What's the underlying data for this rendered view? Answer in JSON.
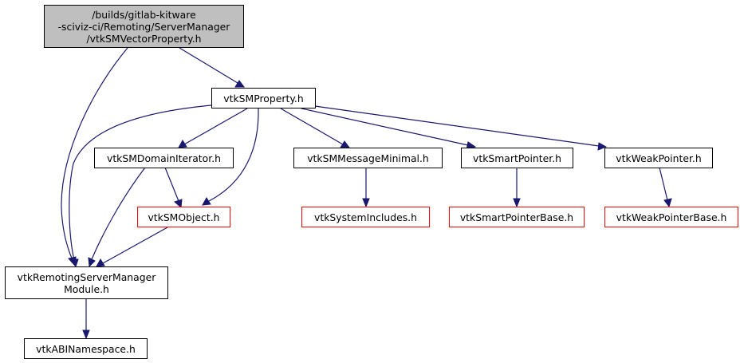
{
  "colors": {
    "edge": "#191970",
    "root_fill": "#bfbfbf",
    "incomplete_border": "#ff0000",
    "node_border": "#000000"
  },
  "nodes": {
    "root": "/builds/gitlab-kitware\n-sciviz-ci/Remoting/ServerManager\n/vtkSMVectorProperty.h",
    "smproperty": "vtkSMProperty.h",
    "domainiterator": "vtkSMDomainIterator.h",
    "messageminimal": "vtkSMMessageMinimal.h",
    "smartpointer": "vtkSmartPointer.h",
    "weakpointer": "vtkWeakPointer.h",
    "smobject": "vtkSMObject.h",
    "systemincludes": "vtkSystemIncludes.h",
    "smartpointerbase": "vtkSmartPointerBase.h",
    "weakpointerbase": "vtkWeakPointerBase.h",
    "module": "vtkRemotingServerManager\nModule.h",
    "abinamespace": "vtkABINamespace.h"
  }
}
